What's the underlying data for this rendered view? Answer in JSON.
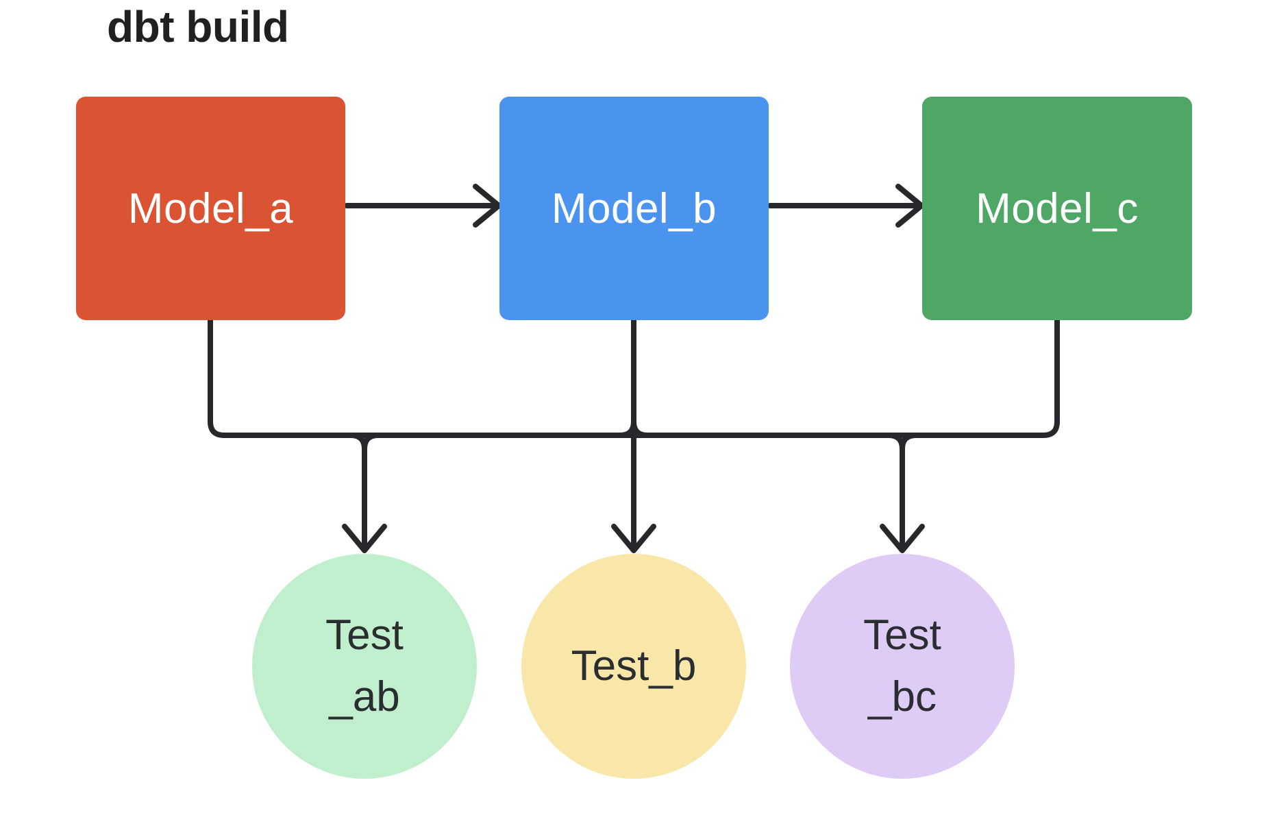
{
  "title": "dbt build",
  "colors": {
    "background": "#ffffff",
    "line": "#26282b",
    "title_text": "#1e2022",
    "model_label_text": "#ffffff",
    "test_label_text": "#2b2e30",
    "model_a_fill": "#da5433",
    "model_b_fill": "#4a94f0",
    "model_c_fill": "#4fa765",
    "test_ab_fill": "#c0efcd",
    "test_b_fill": "#f8e7a9",
    "test_bc_fill": "#decbf6"
  },
  "models": [
    {
      "id": "model_a",
      "label": "Model_a"
    },
    {
      "id": "model_b",
      "label": "Model_b"
    },
    {
      "id": "model_c",
      "label": "Model_c"
    }
  ],
  "tests": [
    {
      "id": "test_ab",
      "label_lines": [
        "Test",
        "_ab"
      ]
    },
    {
      "id": "test_b",
      "label_lines": [
        "Test_b"
      ]
    },
    {
      "id": "test_bc",
      "label_lines": [
        "Test",
        "_bc"
      ]
    }
  ],
  "edges": [
    {
      "from": "model_a",
      "to": "model_b"
    },
    {
      "from": "model_b",
      "to": "model_c"
    },
    {
      "from": "model_a",
      "to": "test_ab"
    },
    {
      "from": "model_b",
      "to": "test_ab"
    },
    {
      "from": "model_b",
      "to": "test_b"
    },
    {
      "from": "model_b",
      "to": "test_bc"
    },
    {
      "from": "model_c",
      "to": "test_bc"
    }
  ]
}
